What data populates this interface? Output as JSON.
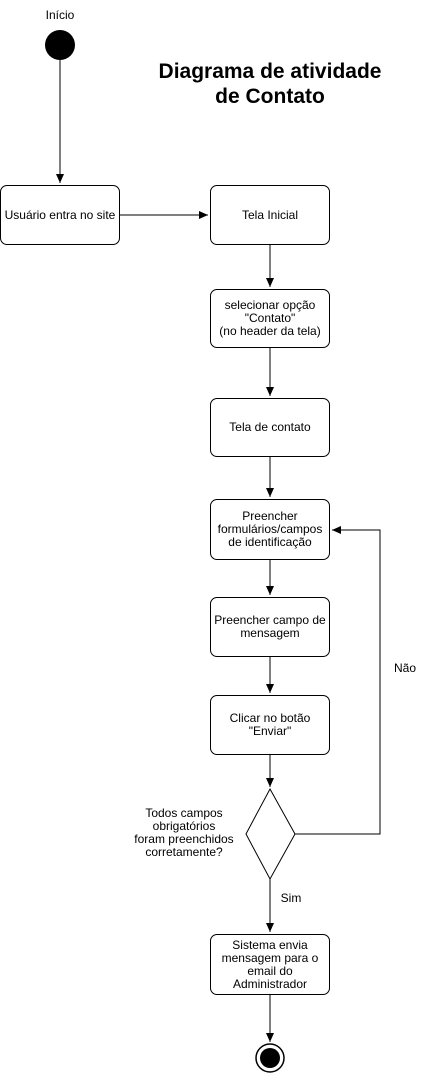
{
  "title": {
    "line1": "Diagrama de atividade",
    "line2": "de Contato"
  },
  "start_label": "Início",
  "nodes": {
    "user_enters": "Usuário entra no site",
    "home_screen": "Tela Inicial",
    "select_contact_1": "selecionar opção",
    "select_contact_2": "\"Contato\"",
    "select_contact_3": "(no header da tela)",
    "contact_screen": "Tela de contato",
    "fill_forms_1": "Preencher",
    "fill_forms_2": "formulários/campos",
    "fill_forms_3": "de identificação",
    "fill_message_1": "Preencher campo de",
    "fill_message_2": "mensagem",
    "click_send_1": "Clicar no botão",
    "click_send_2": "\"Enviar\"",
    "send_email_1": "Sistema envia",
    "send_email_2": "mensagem para o",
    "send_email_3": "email do",
    "send_email_4": "Administrador"
  },
  "decision": {
    "question_1": "Todos campos",
    "question_2": "obrigatórios",
    "question_3": "foram preenchidos",
    "question_4": "corretamente?",
    "yes_label": "Sim",
    "no_label": "Não"
  }
}
